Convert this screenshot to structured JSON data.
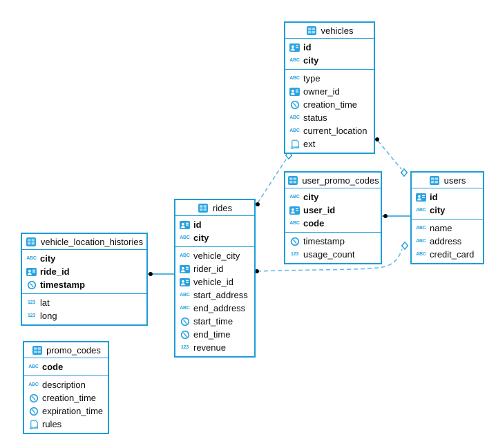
{
  "colors": {
    "accent": "#1d9cd9",
    "icon_blue": "#2ba3e0",
    "dashed_line": "#66b9e8",
    "text": "#0d0d0d",
    "background": "#ffffff"
  },
  "tables": {
    "vehicles": {
      "title": "vehicles",
      "icon": "table-icon",
      "pk": [
        {
          "name": "id",
          "icon": "id-icon"
        },
        {
          "name": "city",
          "icon": "text-icon"
        }
      ],
      "cols": [
        {
          "name": "type",
          "icon": "text-icon"
        },
        {
          "name": "owner_id",
          "icon": "id-icon"
        },
        {
          "name": "creation_time",
          "icon": "clock-icon"
        },
        {
          "name": "status",
          "icon": "text-icon"
        },
        {
          "name": "current_location",
          "icon": "text-icon"
        },
        {
          "name": "ext",
          "icon": "json-icon"
        }
      ]
    },
    "user_promo_codes": {
      "title": "user_promo_codes",
      "icon": "table-icon",
      "pk": [
        {
          "name": "city",
          "icon": "text-icon"
        },
        {
          "name": "user_id",
          "icon": "id-icon"
        },
        {
          "name": "code",
          "icon": "text-icon"
        }
      ],
      "cols": [
        {
          "name": "timestamp",
          "icon": "clock-icon"
        },
        {
          "name": "usage_count",
          "icon": "number-icon"
        }
      ]
    },
    "users": {
      "title": "users",
      "icon": "table-icon",
      "pk": [
        {
          "name": "id",
          "icon": "id-icon"
        },
        {
          "name": "city",
          "icon": "text-icon"
        }
      ],
      "cols": [
        {
          "name": "name",
          "icon": "text-icon"
        },
        {
          "name": "address",
          "icon": "text-icon"
        },
        {
          "name": "credit_card",
          "icon": "text-icon"
        }
      ]
    },
    "rides": {
      "title": "rides",
      "icon": "table-icon",
      "pk": [
        {
          "name": "id",
          "icon": "id-icon"
        },
        {
          "name": "city",
          "icon": "text-icon"
        }
      ],
      "cols": [
        {
          "name": "vehicle_city",
          "icon": "text-icon"
        },
        {
          "name": "rider_id",
          "icon": "id-icon"
        },
        {
          "name": "vehicle_id",
          "icon": "id-icon"
        },
        {
          "name": "start_address",
          "icon": "text-icon"
        },
        {
          "name": "end_address",
          "icon": "text-icon"
        },
        {
          "name": "start_time",
          "icon": "clock-icon"
        },
        {
          "name": "end_time",
          "icon": "clock-icon"
        },
        {
          "name": "revenue",
          "icon": "number-icon"
        }
      ]
    },
    "vehicle_location_histories": {
      "title": "vehicle_location_histories",
      "icon": "table-icon",
      "pk": [
        {
          "name": "city",
          "icon": "text-icon"
        },
        {
          "name": "ride_id",
          "icon": "id-icon"
        },
        {
          "name": "timestamp",
          "icon": "clock-icon"
        }
      ],
      "cols": [
        {
          "name": "lat",
          "icon": "number-icon"
        },
        {
          "name": "long",
          "icon": "number-icon"
        }
      ]
    },
    "promo_codes": {
      "title": "promo_codes",
      "icon": "table-icon",
      "pk": [
        {
          "name": "code",
          "icon": "text-icon"
        }
      ],
      "cols": [
        {
          "name": "description",
          "icon": "text-icon"
        },
        {
          "name": "creation_time",
          "icon": "clock-icon"
        },
        {
          "name": "expiration_time",
          "icon": "clock-icon"
        },
        {
          "name": "rules",
          "icon": "json-icon"
        }
      ]
    }
  },
  "relations": [
    {
      "from": "vehicle_location_histories",
      "to": "rides",
      "line": "solid",
      "from_marker": "dot",
      "to_marker": "none"
    },
    {
      "from": "user_promo_codes",
      "to": "users",
      "line": "solid",
      "from_marker": "dot",
      "to_marker": "none"
    },
    {
      "from": "rides",
      "to": "vehicles",
      "line": "dashed",
      "from_marker": "dot",
      "to_marker": "diamond"
    },
    {
      "from": "vehicles",
      "to": "users",
      "line": "dashed",
      "from_marker": "dot",
      "to_marker": "diamond"
    },
    {
      "from": "rides",
      "to": "users",
      "line": "dashed",
      "from_marker": "dot",
      "to_marker": "diamond"
    }
  ]
}
